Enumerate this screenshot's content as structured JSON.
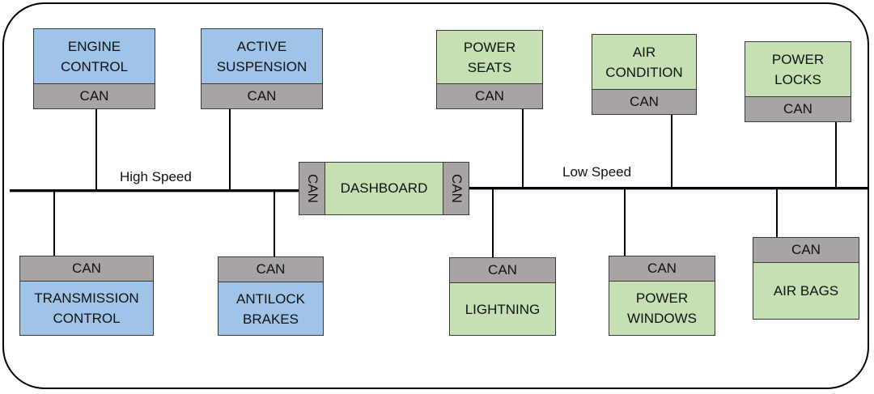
{
  "diagram": {
    "buses": {
      "high_speed_label": "High Speed",
      "low_speed_label": "Low Speed"
    },
    "dashboard": {
      "label": "DASHBOARD",
      "can_left": "CAN",
      "can_right": "CAN"
    },
    "nodes": {
      "engine_control": {
        "name": "ENGINE CONTROL",
        "can": "CAN"
      },
      "active_suspension": {
        "name": "ACTIVE SUSPENSION",
        "can": "CAN"
      },
      "transmission_control": {
        "name": "TRANSMISSION CONTROL",
        "can": "CAN"
      },
      "antilock_brakes": {
        "name": "ANTILOCK BRAKES",
        "can": "CAN"
      },
      "power_seats": {
        "name": "POWER SEATS",
        "can": "CAN"
      },
      "air_condition": {
        "name": "AIR CONDITION",
        "can": "CAN"
      },
      "power_locks": {
        "name": "POWER LOCKS",
        "can": "CAN"
      },
      "lightning": {
        "name": "LIGHTNING",
        "can": "CAN"
      },
      "power_windows": {
        "name": "POWER WINDOWS",
        "can": "CAN"
      },
      "air_bags": {
        "name": "AIR BAGS",
        "can": "CAN"
      }
    },
    "colors": {
      "high_speed_node": "#9fc4e8",
      "low_speed_node": "#c6e0b4",
      "can_block": "#a8a4a4"
    }
  }
}
